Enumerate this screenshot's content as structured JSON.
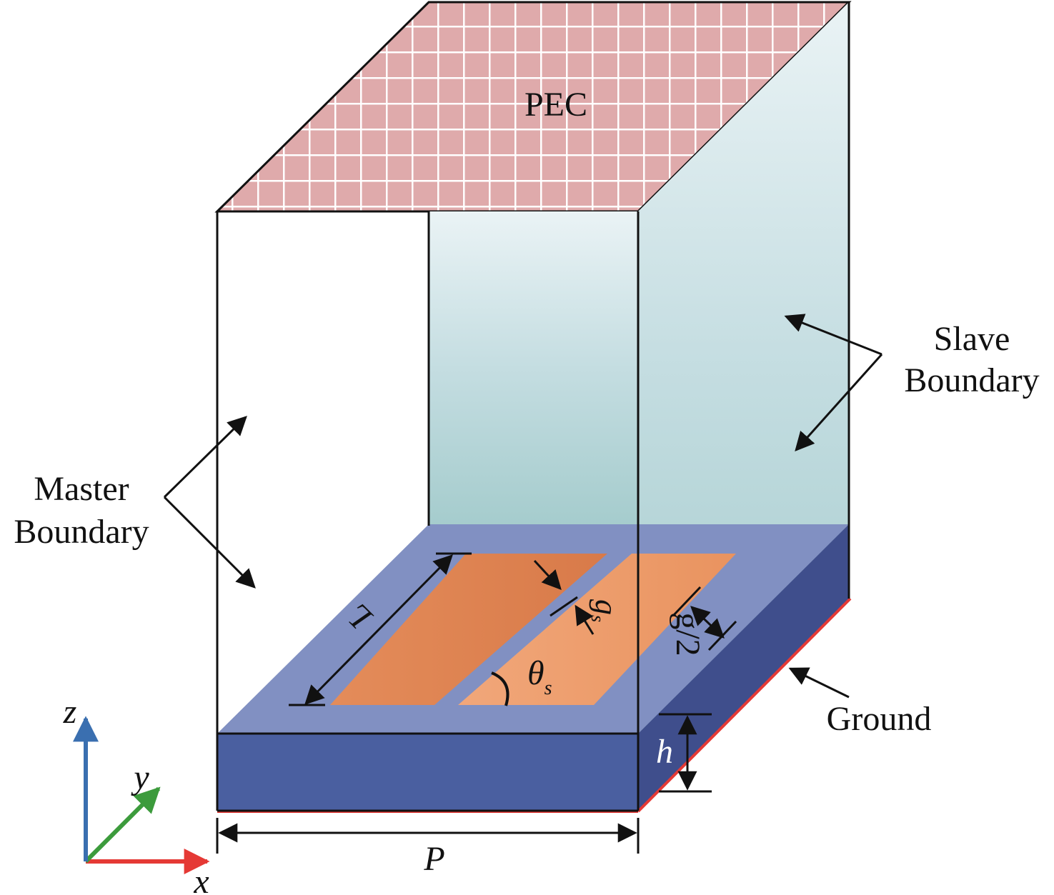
{
  "labels": {
    "pec": "PEC",
    "slave_line1": "Slave",
    "slave_line2": "Boundary",
    "master_line1": "Master",
    "master_line2": "Boundary",
    "ground": "Ground"
  },
  "dimensions": {
    "length": "L",
    "gap": "g",
    "gap_sub": "s",
    "half_gap": "g/2",
    "angle": "θ",
    "angle_sub": "s",
    "height": "h",
    "period": "P"
  },
  "axes": {
    "x": "x",
    "y": "y",
    "z": "z"
  },
  "colors": {
    "pec_fill": "#dfaaab",
    "slave_top": "#d9e8ec",
    "slave_bottom": "#a7cdcf",
    "substrate_top": "#8190c2",
    "substrate_front": "#4a5fa0",
    "substrate_side": "#3f4e8c",
    "patch_left": "#e07a48",
    "patch_right": "#ee9e6e",
    "ground_line": "#e53935",
    "axis_x": "#e53935",
    "axis_y": "#3c9b3c",
    "axis_z": "#3a6fb0"
  }
}
